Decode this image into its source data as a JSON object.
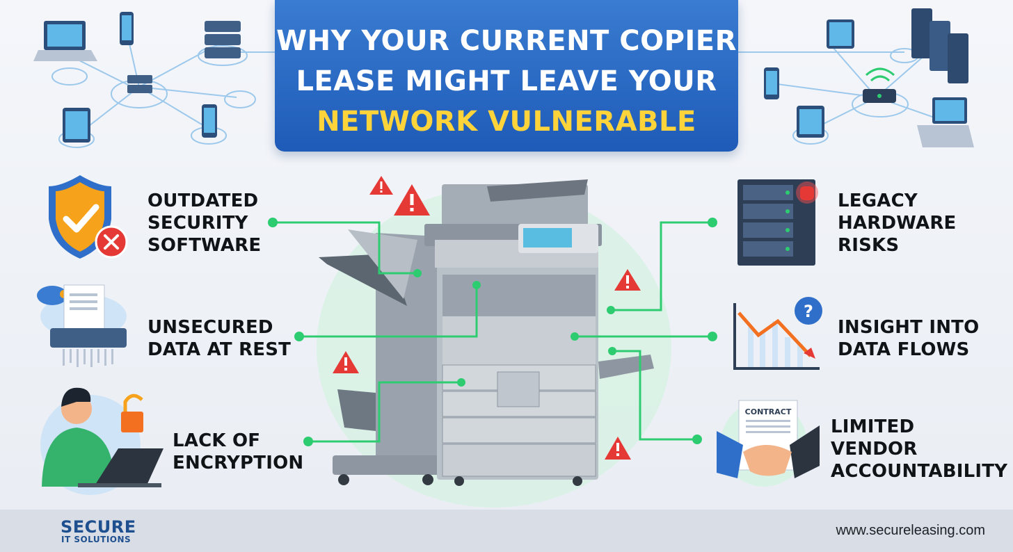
{
  "title": {
    "line1": "WHY YOUR CURRENT COPIER",
    "line2": "LEASE MIGHT LEAVE YOUR",
    "line3": "NETWORK VULNERABLE"
  },
  "risks_left": [
    {
      "line1": "OUTDATED",
      "line2": "SECURITY",
      "line3": "SOFTWARE",
      "icon": "shield-x-icon"
    },
    {
      "line1": "UNSECURED",
      "line2": "DATA AT REST",
      "icon": "cloud-shredder-icon"
    },
    {
      "line1": "LACK OF",
      "line2": "ENCRYPTION",
      "icon": "user-laptop-unlock-icon"
    }
  ],
  "risks_right": [
    {
      "line1": "LEGACY",
      "line2": "HARDWARE",
      "line3": "RISKS",
      "icon": "server-alarm-icon"
    },
    {
      "line1": "INSIGHT INTO",
      "line2": "DATA FLOWS",
      "icon": "declining-chart-question-icon"
    },
    {
      "line1": "LIMITED",
      "line2": "VENDOR",
      "line3": "ACCOUNTABILITY",
      "icon": "handshake-contract-icon"
    }
  ],
  "contract_label": "CONTRACT",
  "footer": {
    "brand_name": "SECURE",
    "brand_sub": "IT SOLUTIONS",
    "url": "www.secureleasing.com"
  },
  "colors": {
    "title_bg": "#2563c4",
    "title_accent": "#ffd43b",
    "connector": "#2ecc71",
    "warning": "#e53935",
    "footer_bg": "#d9dee6"
  }
}
